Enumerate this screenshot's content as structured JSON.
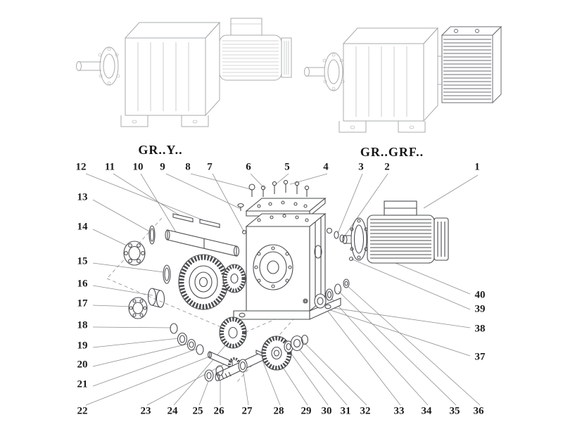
{
  "style": {
    "paper": "#ffffff",
    "fig-line": "#a9abad",
    "fig-dark": "#6b6e70",
    "draw-line": "#4a4c4e",
    "leader-line": "#8c8e90",
    "ink": "#1c1c1c"
  },
  "variants": [
    {
      "label": "GR..Y.."
    },
    {
      "label": "GR..GRF.."
    }
  ],
  "callouts": {
    "top": [
      "12",
      "11",
      "10",
      "9",
      "8",
      "7",
      "6",
      "5",
      "4",
      "3",
      "2",
      "1"
    ],
    "left": [
      "13",
      "14",
      "15",
      "16",
      "17",
      "18",
      "19",
      "20",
      "21"
    ],
    "bottom": [
      "22",
      "23",
      "24",
      "25",
      "26",
      "27",
      "28",
      "29",
      "30",
      "31",
      "32",
      "33",
      "34",
      "35",
      "36"
    ],
    "right": [
      "40",
      "39",
      "38",
      "37"
    ]
  }
}
